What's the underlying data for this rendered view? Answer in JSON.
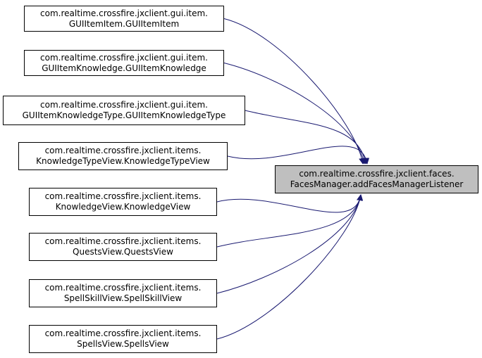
{
  "colors": {
    "edge": "#191970",
    "target_fill": "#bfbfbf",
    "node_fill": "#ffffff",
    "border": "#000000"
  },
  "target": {
    "id": "target",
    "line1": "com.realtime.crossfire.jxclient.faces.",
    "line2": "FacesManager.addFacesManagerListener"
  },
  "callers": [
    {
      "id": "n1",
      "line1": "com.realtime.crossfire.jxclient.gui.item.",
      "line2": "GUIItemItem.GUIItemItem"
    },
    {
      "id": "n2",
      "line1": "com.realtime.crossfire.jxclient.gui.item.",
      "line2": "GUIItemKnowledge.GUIItemKnowledge"
    },
    {
      "id": "n3",
      "line1": "com.realtime.crossfire.jxclient.gui.item.",
      "line2": "GUIItemKnowledgeType.GUIItemKnowledgeType"
    },
    {
      "id": "n4",
      "line1": "com.realtime.crossfire.jxclient.items.",
      "line2": "KnowledgeTypeView.KnowledgeTypeView"
    },
    {
      "id": "n5",
      "line1": "com.realtime.crossfire.jxclient.items.",
      "line2": "KnowledgeView.KnowledgeView"
    },
    {
      "id": "n6",
      "line1": "com.realtime.crossfire.jxclient.items.",
      "line2": "QuestsView.QuestsView"
    },
    {
      "id": "n7",
      "line1": "com.realtime.crossfire.jxclient.items.",
      "line2": "SpellSkillView.SpellSkillView"
    },
    {
      "id": "n8",
      "line1": "com.realtime.crossfire.jxclient.items.",
      "line2": "SpellsView.SpellsView"
    }
  ]
}
